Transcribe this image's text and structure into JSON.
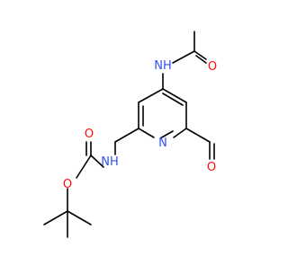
{
  "molecule": {
    "atom_labels": {
      "nh_acetamide": "NH",
      "o_acetyl": "O",
      "n_ring": "N",
      "o_formyl": "O",
      "nh_carbamate": "NH",
      "o_carbonyl": "O",
      "o_ester": "O"
    },
    "colors": {
      "bond": "#000000",
      "nitrogen": "#3050F8",
      "oxygen": "#FF0D0D"
    }
  }
}
